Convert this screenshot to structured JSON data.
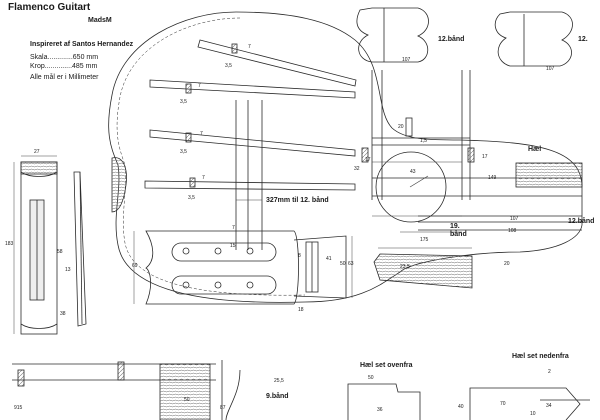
{
  "header": {
    "title": "Flamenco Guitart",
    "author": "MadsM",
    "subtitle": "Inspireret af Santos Hernandez",
    "scale_label": "Skala.............650 mm",
    "body_label": "Krop..............485 mm",
    "note": "Alle mål er i Millimeter"
  },
  "labels": {
    "fret12_top": "12.bånd",
    "fret12_top2": "12.",
    "heel": "Hæl",
    "fret12_right": "12.bånd",
    "fret19": "19.",
    "fret19b": "bånd",
    "scale_to_12": "327mm til 12. bånd",
    "fret9": "9.bånd",
    "heel_top": "Hæl set ovenfra",
    "heel_bottom": "Hæl set nedenfra"
  },
  "dimensions": {
    "d7a": "7",
    "d3_5a": "3,5",
    "d7b": "7",
    "d3_5b": "3,5",
    "d7c": "7",
    "d3_5c": "3,5",
    "d7d": "7",
    "d3_5d": "3,5",
    "w27": "27",
    "h183": "183",
    "d58": "58",
    "d38": "38",
    "d13": "13",
    "d20a": "20",
    "d1_5": "1,5",
    "d17a": "17",
    "d17b": "17",
    "d32": "32",
    "d43": "43",
    "d149": "149",
    "d107a": "107",
    "d108": "108",
    "d107b": "107",
    "d107c": "107",
    "d7e": "7",
    "d15": "15",
    "d69": "69",
    "d8": "8",
    "d41": "41",
    "d50a": "50",
    "d63": "63",
    "d18": "18",
    "d175": "175",
    "d23_5": "23,5",
    "d20b": "20",
    "d25_5": "25,5",
    "d50b": "50",
    "d87": "87",
    "d915": "915",
    "d50c": "50",
    "d36": "36",
    "d40": "40",
    "d70": "70",
    "d34": "34",
    "d10": "10",
    "d2": "2"
  },
  "colors": {
    "line": "#2a2a2a",
    "hatch": "#555555",
    "paper": "#ffffff"
  }
}
